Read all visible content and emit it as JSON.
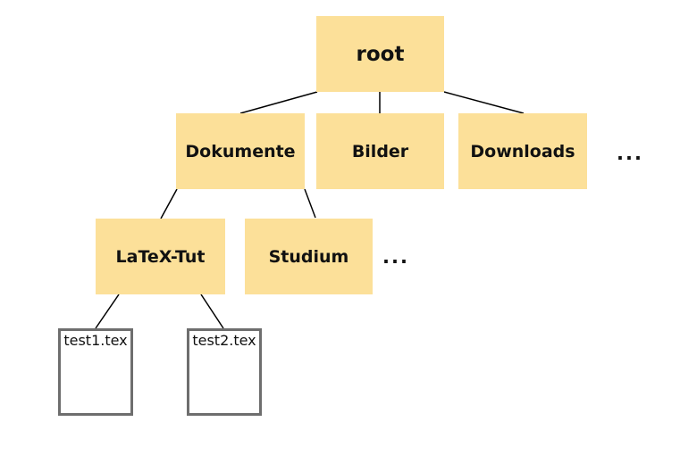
{
  "theme": {
    "node_fill": "#fce099",
    "file_border": "#6e6e6e",
    "edge_color": "#000000",
    "background": "#ffffff",
    "text_color": "#111111"
  },
  "diagram_type": "file-system-tree",
  "tree": {
    "root": {
      "label": "root",
      "type": "folder",
      "children": [
        {
          "label": "Dokumente",
          "type": "folder",
          "children": [
            {
              "label": "LaTeX-Tut",
              "type": "folder",
              "children": [
                {
                  "label": "test1.tex",
                  "type": "file"
                },
                {
                  "label": "test2.tex",
                  "type": "file"
                }
              ]
            },
            {
              "label": "Studium",
              "type": "folder"
            },
            {
              "label": "...",
              "type": "more-indicator"
            }
          ]
        },
        {
          "label": "Bilder",
          "type": "folder"
        },
        {
          "label": "Downloads",
          "type": "folder"
        },
        {
          "label": "...",
          "type": "more-indicator"
        }
      ]
    }
  }
}
